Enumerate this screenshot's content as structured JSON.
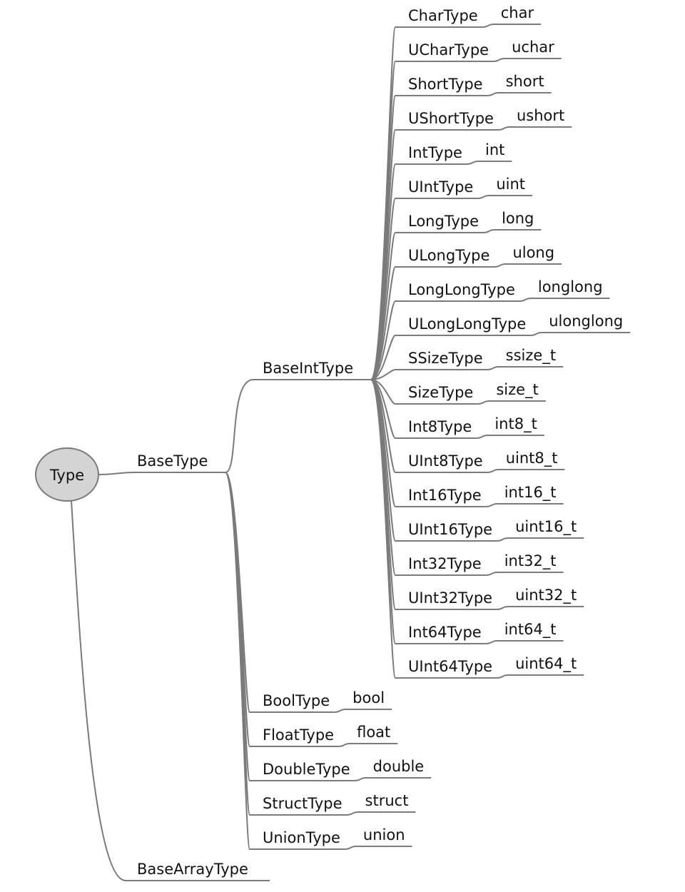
{
  "root": {
    "label": "Type"
  },
  "branches": {
    "base_type": {
      "label": "BaseType"
    },
    "base_array_type": {
      "label": "BaseArrayType"
    },
    "base_int_type": {
      "label": "BaseIntType"
    }
  },
  "int_types": [
    {
      "label": "CharType",
      "alias": "char"
    },
    {
      "label": "UCharType",
      "alias": "uchar"
    },
    {
      "label": "ShortType",
      "alias": "short"
    },
    {
      "label": "UShortType",
      "alias": "ushort"
    },
    {
      "label": "IntType",
      "alias": "int"
    },
    {
      "label": "UIntType",
      "alias": "uint"
    },
    {
      "label": "LongType",
      "alias": "long"
    },
    {
      "label": "ULongType",
      "alias": "ulong"
    },
    {
      "label": "LongLongType",
      "alias": "longlong"
    },
    {
      "label": "ULongLongType",
      "alias": "ulonglong"
    },
    {
      "label": "SSizeType",
      "alias": "ssize_t"
    },
    {
      "label": "SizeType",
      "alias": "size_t"
    },
    {
      "label": "Int8Type",
      "alias": "int8_t"
    },
    {
      "label": "UInt8Type",
      "alias": "uint8_t"
    },
    {
      "label": "Int16Type",
      "alias": "int16_t"
    },
    {
      "label": "UInt16Type",
      "alias": "uint16_t"
    },
    {
      "label": "Int32Type",
      "alias": "int32_t"
    },
    {
      "label": "UInt32Type",
      "alias": "uint32_t"
    },
    {
      "label": "Int64Type",
      "alias": "int64_t"
    },
    {
      "label": "UInt64Type",
      "alias": "uint64_t"
    }
  ],
  "other_types": [
    {
      "label": "BoolType",
      "alias": "bool"
    },
    {
      "label": "FloatType",
      "alias": "float"
    },
    {
      "label": "DoubleType",
      "alias": "double"
    },
    {
      "label": "StructType",
      "alias": "struct"
    },
    {
      "label": "UnionType",
      "alias": "union"
    }
  ]
}
